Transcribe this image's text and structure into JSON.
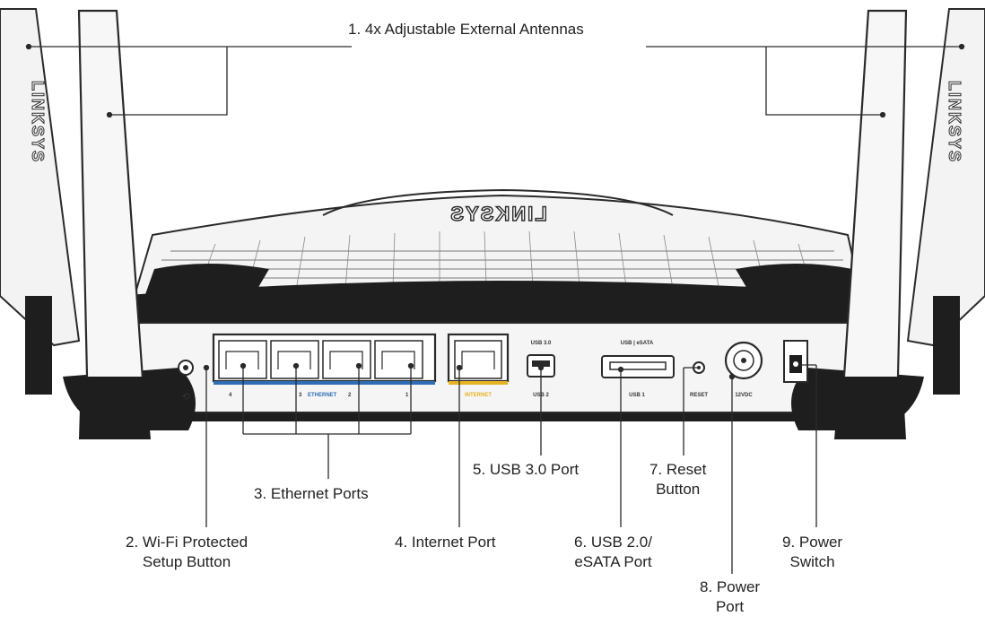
{
  "colors": {
    "line": "#2a2a2a",
    "body_light": "#f2f2f2",
    "body_mid": "#cfcfcf",
    "body_dark": "#1e1e1e",
    "ethernet_blue": "#2f6db5",
    "internet_yellow": "#e6b422"
  },
  "brand": {
    "antenna_left": "LINKSYS",
    "antenna_right": "LINKSYS",
    "top_logo": "LINKSYS"
  },
  "panel_labels": {
    "wps_symbol": "⟲",
    "eth_4": "4",
    "eth_3": "3",
    "eth_title": "ETHERNET",
    "eth_2": "2",
    "eth_1": "1",
    "internet": "INTERNET",
    "usb30_top": "USB 3.0",
    "usb2": "USB 2",
    "usb_esata_top": "USB | eSATA",
    "usb1": "USB 1",
    "reset": "RESET",
    "power_dc": "12VDC"
  },
  "callouts": {
    "antennas": "1. 4x Adjustable External Antennas",
    "wps_line1": "2. Wi-Fi Protected",
    "wps_line2": "Setup Button",
    "ethernet": "3. Ethernet Ports",
    "internet": "4. Internet Port",
    "usb30": "5. USB 3.0 Port",
    "usb_esata_line1": "6. USB 2.0/",
    "usb_esata_line2": "eSATA Port",
    "reset_line1": "7. Reset",
    "reset_line2": "Button",
    "power_port_line1": "8. Power",
    "power_port_line2": "Port",
    "power_switch_line1": "9. Power",
    "power_switch_line2": "Switch"
  }
}
